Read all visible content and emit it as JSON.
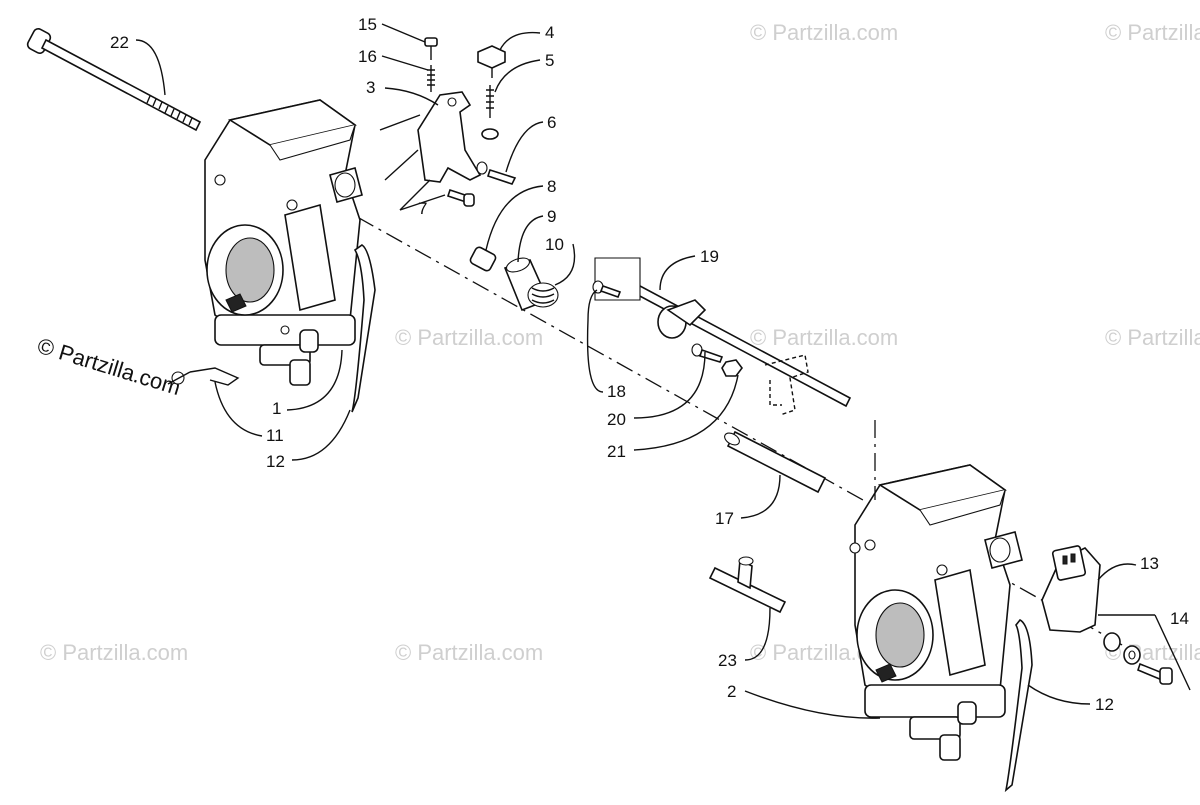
{
  "watermark": {
    "main": "© Partzilla.com",
    "repeat": "© Partzilla.com"
  },
  "callouts": [
    {
      "id": "22",
      "label": "22"
    },
    {
      "id": "15",
      "label": "15"
    },
    {
      "id": "16",
      "label": "16"
    },
    {
      "id": "3",
      "label": "3"
    },
    {
      "id": "4",
      "label": "4"
    },
    {
      "id": "5",
      "label": "5"
    },
    {
      "id": "6",
      "label": "6"
    },
    {
      "id": "7",
      "label": "7"
    },
    {
      "id": "8",
      "label": "8"
    },
    {
      "id": "9",
      "label": "9"
    },
    {
      "id": "10",
      "label": "10"
    },
    {
      "id": "19",
      "label": "19"
    },
    {
      "id": "18",
      "label": "18"
    },
    {
      "id": "20",
      "label": "20"
    },
    {
      "id": "21",
      "label": "21"
    },
    {
      "id": "1",
      "label": "1"
    },
    {
      "id": "11",
      "label": "11"
    },
    {
      "id": "12a",
      "label": "12"
    },
    {
      "id": "17",
      "label": "17"
    },
    {
      "id": "13",
      "label": "13"
    },
    {
      "id": "14",
      "label": "14"
    },
    {
      "id": "23",
      "label": "23"
    },
    {
      "id": "2",
      "label": "2"
    },
    {
      "id": "12b",
      "label": "12"
    }
  ]
}
